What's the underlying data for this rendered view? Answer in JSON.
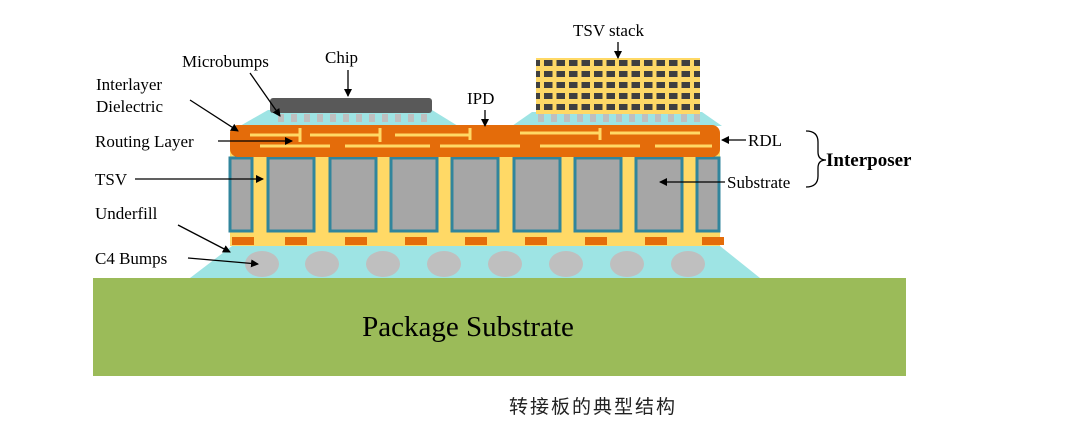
{
  "labels": {
    "tsv_stack": "TSV stack",
    "microbumps": "Microbumps",
    "chip": "Chip",
    "interlayer_dielectric_line1": "Interlayer",
    "interlayer_dielectric_line2": "Dielectric",
    "ipd": "IPD",
    "routing_layer": "Routing Layer",
    "rdl": "RDL",
    "interposer": "Interposer",
    "tsv": "TSV",
    "substrate": "Substrate",
    "underfill": "Underfill",
    "c4_bumps": "C4 Bumps",
    "package_substrate": "Package Substrate"
  },
  "caption": "转接板的典型结构",
  "colors": {
    "package_substrate": "#9bbb59",
    "underfill": "#9ee4e4",
    "interposer_fill": "#ffd966",
    "rdl": "#e46c0a",
    "substrate_block": "#a6a6a6",
    "substrate_border": "#31859c",
    "chip": "#595959",
    "bump": "#bfbfbf",
    "tsv_stack_grid": "#404040"
  }
}
